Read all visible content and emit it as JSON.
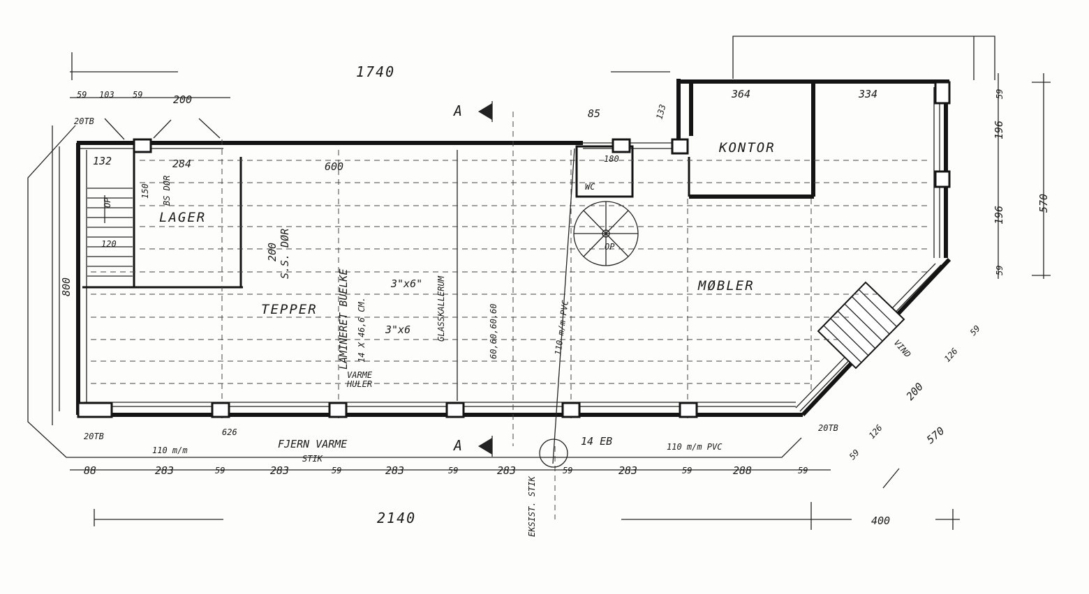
{
  "rooms": {
    "lager": "LAGER",
    "tepper": "TEPPER",
    "kontor": "KONTOR",
    "mobler": "MØBLER"
  },
  "notes": {
    "laminated_beam": "LAMINERET BUELKE",
    "beam_size": "14 X 46,6 CM.",
    "beam_3x6_a": "3\"x6\"",
    "beam_3x6_b": "3\"x6",
    "glass_wall": "GLASSKALLERUM",
    "studs": "60,60,60,60",
    "height_200": "200",
    "door_s": "S.S. DØR",
    "door_lager": "BS DØR",
    "up_lager": "OP",
    "up_stair": "OP",
    "heat_a": "VARME",
    "heat_b": "HULER",
    "spring_heat": "FJERN VARME",
    "stik": "STIK",
    "pipe_left": "110 m/m",
    "pipe_right": "110 m/m PVC",
    "pipe_vertical": "110 m/m PVC",
    "eksist": "EKSIST. STIK",
    "lamp": "14 EB",
    "vind": "VIND",
    "wc": "WC"
  },
  "section_marks": {
    "top": "A",
    "bottom": "A"
  },
  "dimensions": {
    "top_overall": "1740",
    "bottom_overall": "2140",
    "right_400": "400",
    "left_800": "800",
    "right_570": "570",
    "diag_570": "570",
    "top_59_a": "59",
    "top_103": "103",
    "top_59_b": "59",
    "top_200": "200",
    "top_85": "85",
    "top_133": "133",
    "top_364": "364",
    "top_334": "334",
    "in_132": "132",
    "in_284": "284",
    "in_600": "600",
    "in_150": "150",
    "in_120": "120",
    "in_180": "180",
    "in_626": "626",
    "b_88": "88",
    "b_283_1": "283",
    "b_59_1": "59",
    "b_283_2": "283",
    "b_59_2": "59",
    "b_283_3": "283",
    "b_59_3": "59",
    "b_283_4": "283",
    "b_59_4": "59",
    "b_283_5": "283",
    "b_59_5": "59",
    "b_288": "288",
    "b_59_6": "59",
    "r_59_a": "59",
    "r_196_a": "196",
    "r_196_b": "196",
    "r_59_b": "59",
    "d_59_a": "59",
    "d_126_a": "126",
    "d_200": "200",
    "d_126_b": "126",
    "d_59_b": "59",
    "tb_tl": "20TB",
    "tb_bl": "20TB",
    "tb_br": "20TB"
  }
}
